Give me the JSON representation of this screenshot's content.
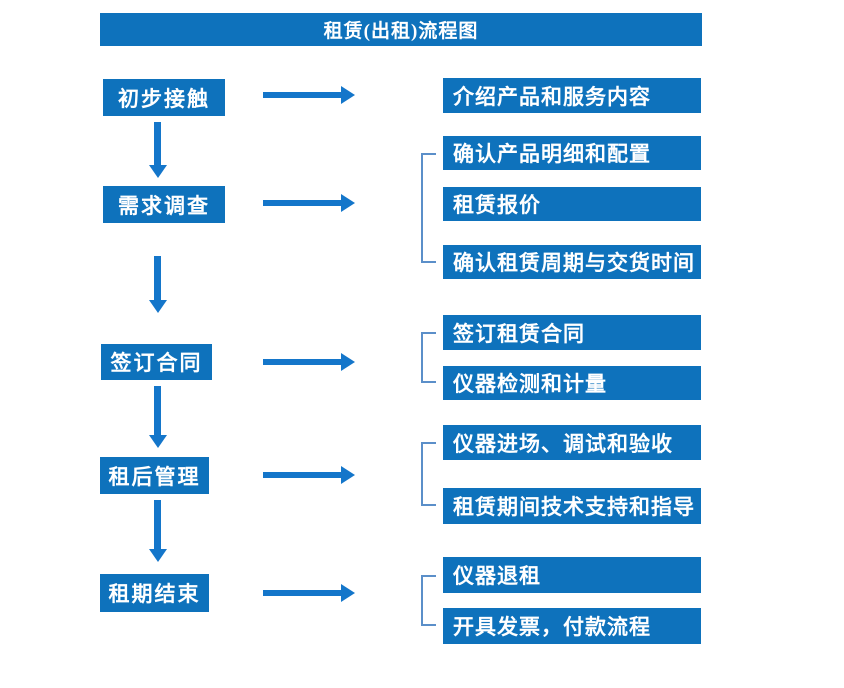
{
  "title": "租赁(出租)流程图",
  "colors": {
    "box_blue": "#0e72bc",
    "arrow_blue": "#1476ca",
    "bracket_blue": "#5b8fc9",
    "text_white": "#ffffff",
    "background": "#ffffff"
  },
  "stages": [
    {
      "label": "初步接触",
      "details": [
        "介绍产品和服务内容"
      ]
    },
    {
      "label": "需求调查",
      "details": [
        "确认产品明细和配置",
        "租赁报价",
        "确认租赁周期与交货时间"
      ]
    },
    {
      "label": "签订合同",
      "details": [
        "签订租赁合同",
        "仪器检测和计量"
      ]
    },
    {
      "label": "租后管理",
      "details": [
        "仪器进场、调试和验收",
        "租赁期间技术支持和指导"
      ]
    },
    {
      "label": "租期结束",
      "details": [
        "仪器退租",
        "开具发票，付款流程"
      ]
    }
  ]
}
